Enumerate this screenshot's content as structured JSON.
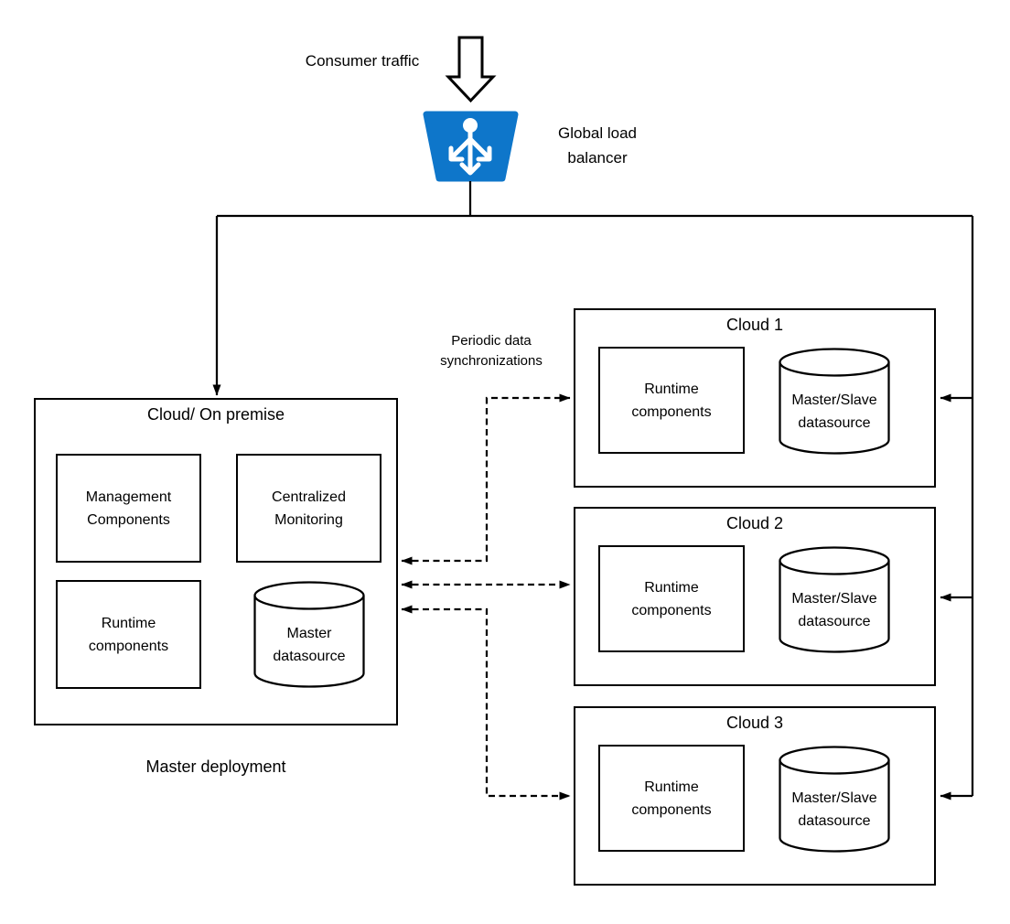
{
  "labels": {
    "consumer_traffic": "Consumer traffic",
    "global_load_balancer": "Global load balancer",
    "periodic_sync": "Periodic data synchronizations",
    "master_deployment": "Master deployment"
  },
  "master_box": {
    "title": "Cloud/ On premise",
    "management": "Management Components",
    "monitoring": "Centralized Monitoring",
    "runtime": "Runtime components",
    "datasource": "Master datasource"
  },
  "clouds": [
    {
      "title": "Cloud 1",
      "runtime": "Runtime components",
      "datasource": "Master/Slave datasource"
    },
    {
      "title": "Cloud 2",
      "runtime": "Runtime components",
      "datasource": "Master/Slave datasource"
    },
    {
      "title": "Cloud 3",
      "runtime": "Runtime components",
      "datasource": "Master/Slave datasource"
    }
  ],
  "icons": {
    "load_balancer": "load-balancer-icon",
    "consumer_arrow": "down-arrow-icon",
    "datasource": "database-cylinder-icon"
  },
  "colors": {
    "balancer_blue": "#0E76CA",
    "line_black": "#000000",
    "background": "#FFFFFF"
  }
}
